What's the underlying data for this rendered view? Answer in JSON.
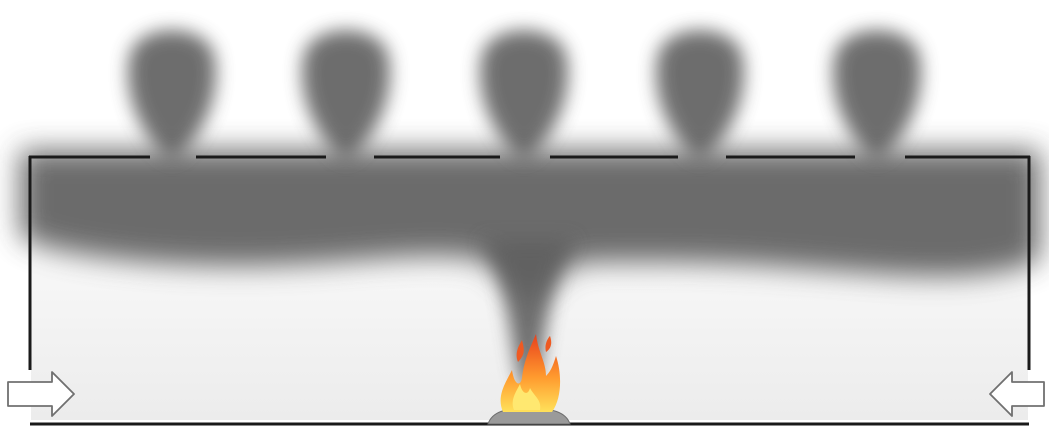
{
  "diagram": {
    "subject": "smoke-ventilation",
    "vents": [
      {
        "id": "vent-1"
      },
      {
        "id": "vent-2"
      },
      {
        "id": "vent-3"
      },
      {
        "id": "vent-4"
      },
      {
        "id": "vent-5"
      }
    ],
    "inlets": [
      {
        "id": "inlet-left",
        "direction": "right"
      },
      {
        "id": "inlet-right",
        "direction": "left"
      }
    ],
    "fire": {
      "id": "fire-source"
    },
    "colors": {
      "smoke": "#5a5a5a",
      "wall": "#1a1a1a",
      "room_floor": "#f4f4f4",
      "flame_outer": "#f2691f",
      "flame_inner": "#ffd84a",
      "debris": "#8c8c8c",
      "arrow_fill": "#ffffff",
      "arrow_stroke": "#707070"
    }
  }
}
